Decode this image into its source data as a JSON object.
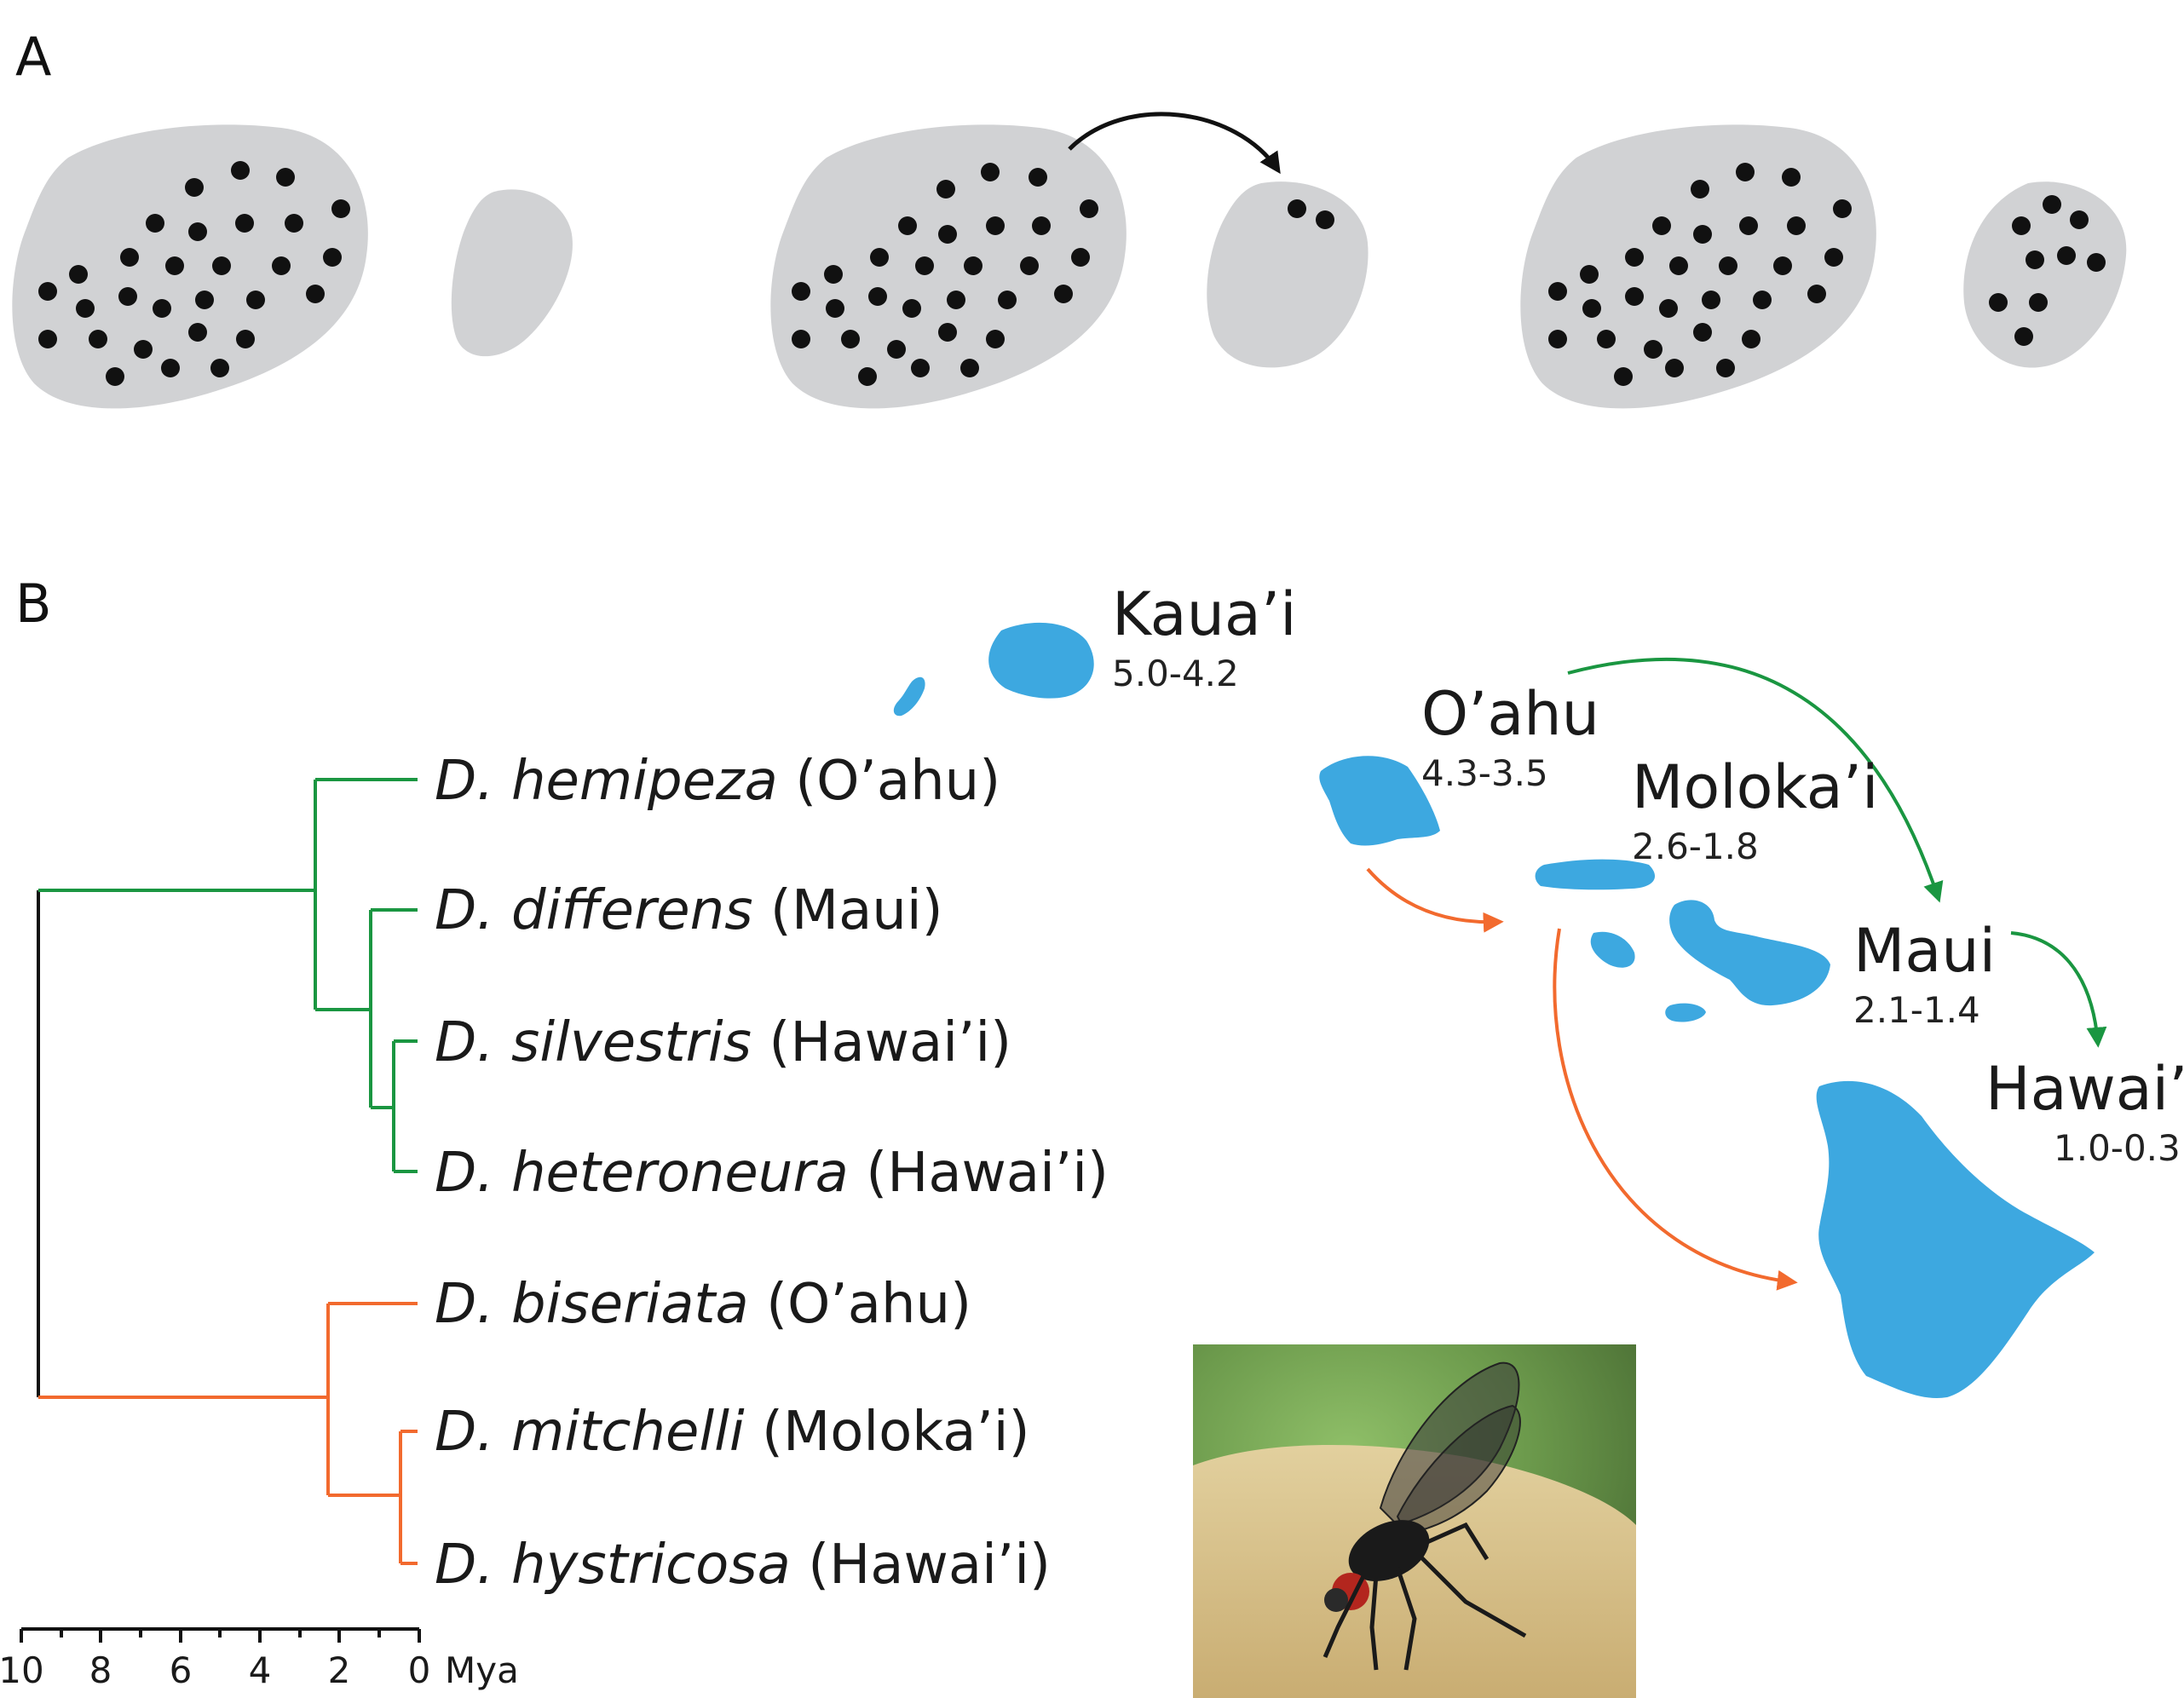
{
  "panels": {
    "a_label": "A",
    "b_label": "B"
  },
  "colors": {
    "landmass": "#d1d2d4",
    "island_blue": "#3da8e0",
    "green_clade": "#1a9641",
    "orange_clade": "#f26a2e",
    "root": "#111111",
    "dot": "#111111"
  },
  "islands": [
    {
      "name": "Kaua’i",
      "age": "5.0-4.2"
    },
    {
      "name": "O’ahu",
      "age": "4.3-3.5"
    },
    {
      "name": "Moloka’i",
      "age": "2.6-1.8"
    },
    {
      "name": "Maui",
      "age": "2.1-1.4"
    },
    {
      "name": "Hawai’i",
      "age": "1.0-0.3"
    }
  ],
  "species": [
    {
      "genus": "D. hemipeza",
      "island": "(O’ahu)"
    },
    {
      "genus": "D. differens",
      "island": "(Maui)"
    },
    {
      "genus": "D. silvestris",
      "island": "(Hawai’i)"
    },
    {
      "genus": "D. heteroneura",
      "island": "(Hawai’i)"
    },
    {
      "genus": "D. biseriata",
      "island": "(O’ahu)"
    },
    {
      "genus": "D. mitchelli",
      "island": "(Moloka’i)"
    },
    {
      "genus": "D. hystricosa",
      "island": "(Hawai’i)"
    }
  ],
  "scale": {
    "ticks": [
      "10",
      "8",
      "6",
      "4",
      "2",
      "0"
    ],
    "unit": "Mya"
  }
}
